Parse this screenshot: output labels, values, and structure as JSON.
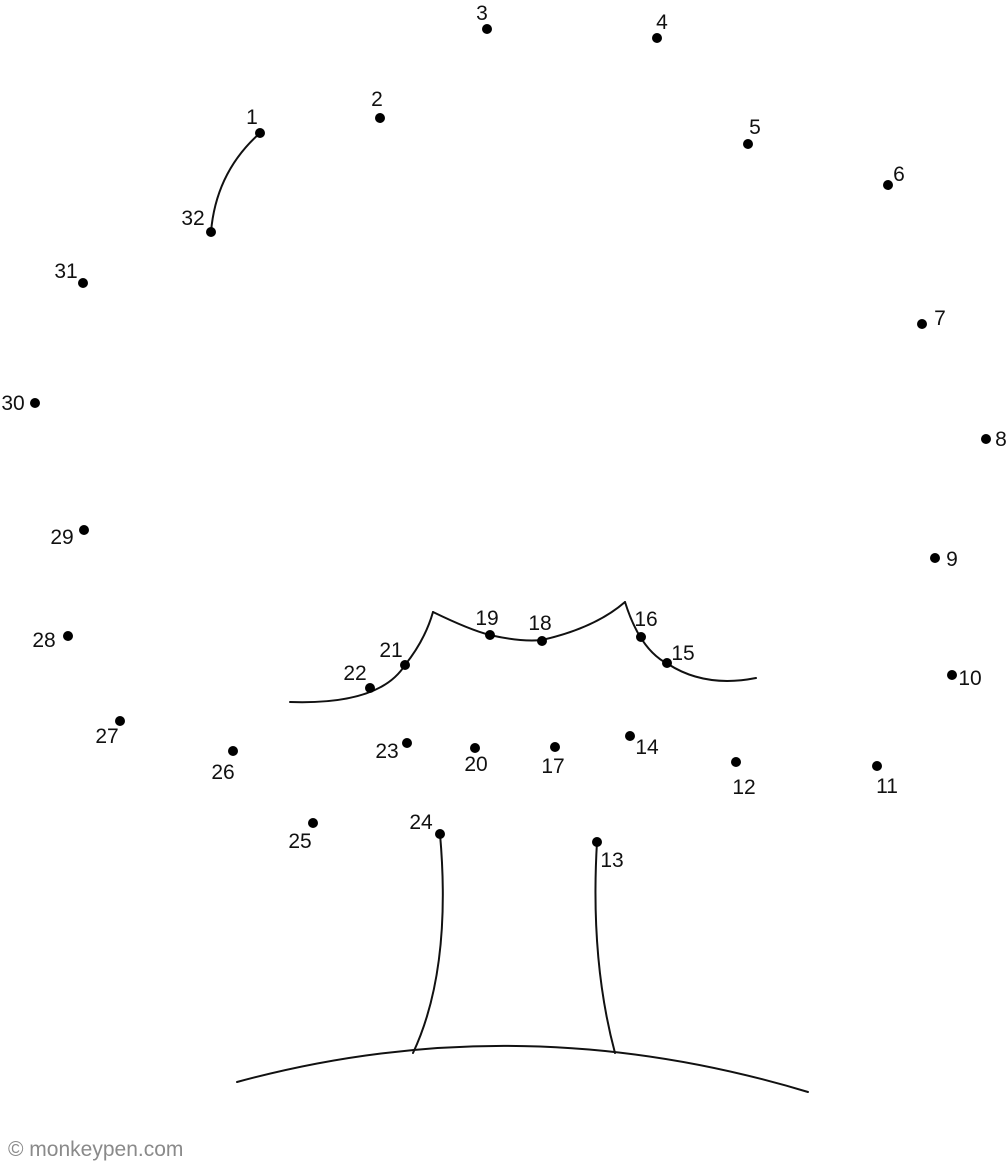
{
  "puzzle": {
    "dots": [
      {
        "n": "1"
      },
      {
        "n": "2"
      },
      {
        "n": "3"
      },
      {
        "n": "4"
      },
      {
        "n": "5"
      },
      {
        "n": "6"
      },
      {
        "n": "7"
      },
      {
        "n": "8"
      },
      {
        "n": "9"
      },
      {
        "n": "10"
      },
      {
        "n": "11"
      },
      {
        "n": "12"
      },
      {
        "n": "13"
      },
      {
        "n": "14"
      },
      {
        "n": "15"
      },
      {
        "n": "16"
      },
      {
        "n": "17"
      },
      {
        "n": "18"
      },
      {
        "n": "19"
      },
      {
        "n": "20"
      },
      {
        "n": "21"
      },
      {
        "n": "22"
      },
      {
        "n": "23"
      },
      {
        "n": "24"
      },
      {
        "n": "25"
      },
      {
        "n": "26"
      },
      {
        "n": "27"
      },
      {
        "n": "28"
      },
      {
        "n": "29"
      },
      {
        "n": "30"
      },
      {
        "n": "31"
      },
      {
        "n": "32"
      }
    ]
  },
  "footer": {
    "copyright": "© monkeypen.com"
  },
  "colors": {
    "ink": "#111111",
    "credit": "#8a8a8a",
    "background": "#ffffff"
  }
}
